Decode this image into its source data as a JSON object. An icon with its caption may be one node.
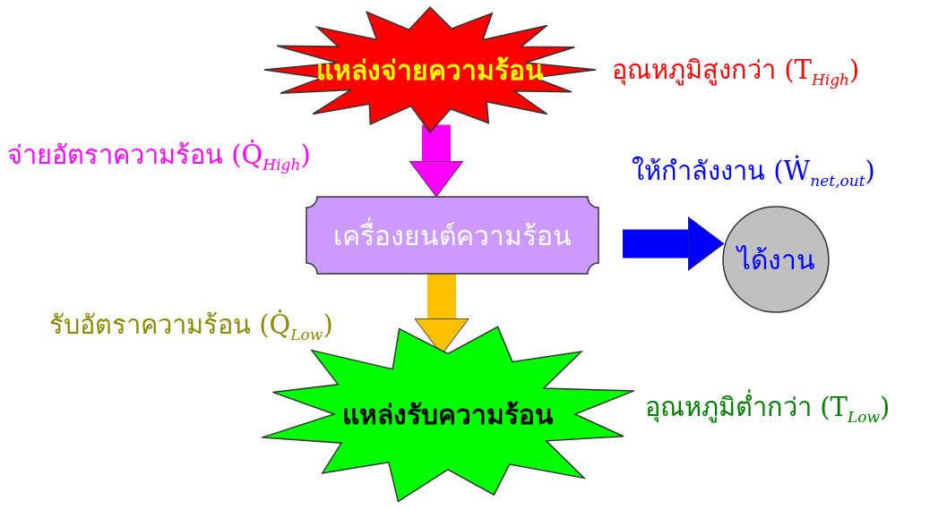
{
  "diagram": {
    "nodes": [
      {
        "text": [
          "แหล่งจ่ายความร้อน"
        ],
        "beside": [
          "อุณหภูมิสูงกว่า (T$_{High}$)"
        ]
      },
      {
        "text": [
          "เครื่องยนต์ความร้อน"
        ]
      },
      {
        "text": [
          "แหล่งรับความร้อน"
        ],
        "beside": [
          "อุณหภูมิต่ำกว่า (T$_{Low}$)"
        ]
      },
      {
        "text": [
          "ได้งาน"
        ]
      }
    ],
    "edges": [
      {
        "from": 0,
        "to": 1,
        "arrow": "to",
        "label": "จ่ายอัตราความร้อน (Q̇$_{High}$)",
        "color": "#ff00ff"
      },
      {
        "from": 1,
        "to": 2,
        "arrow": "to",
        "label": "รับอัตราความร้อน (Q̇$_{Low}$)",
        "color": "#ffc000"
      },
      {
        "from": 1,
        "to": 3,
        "arrow": "to",
        "label": "ให้กำลังงาน (Ẇ$_{net,out}$)",
        "color": "#0000ff"
      }
    ]
  }
}
